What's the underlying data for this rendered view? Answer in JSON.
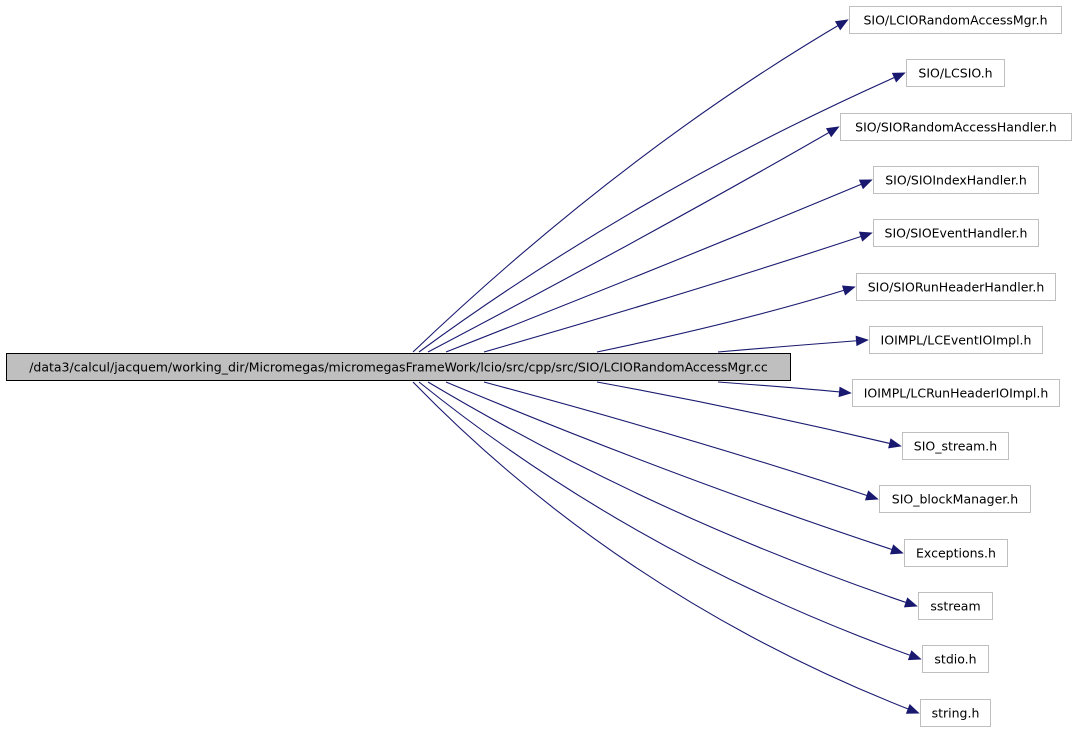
{
  "graph": {
    "root": {
      "label": "/data3/calcul/jacquem/working_dir/Micromegas/micromegasFrameWork/lcio/src/cpp/src/SIO/LCIORandomAccessMgr.cc"
    },
    "includes": [
      {
        "label": "SIO/LCIORandomAccessMgr.h"
      },
      {
        "label": "SIO/LCSIO.h"
      },
      {
        "label": "SIO/SIORandomAccessHandler.h"
      },
      {
        "label": "SIO/SIOIndexHandler.h"
      },
      {
        "label": "SIO/SIOEventHandler.h"
      },
      {
        "label": "SIO/SIORunHeaderHandler.h"
      },
      {
        "label": "IOIMPL/LCEventIOImpl.h"
      },
      {
        "label": "IOIMPL/LCRunHeaderIOImpl.h"
      },
      {
        "label": "SIO_stream.h"
      },
      {
        "label": "SIO_blockManager.h"
      },
      {
        "label": "Exceptions.h"
      },
      {
        "label": "sstream"
      },
      {
        "label": "stdio.h"
      },
      {
        "label": "string.h"
      }
    ],
    "colors": {
      "edge": "#191970",
      "node_border": "#bfbfbf",
      "root_fill": "#bfbfbf",
      "root_border": "#000000"
    }
  }
}
